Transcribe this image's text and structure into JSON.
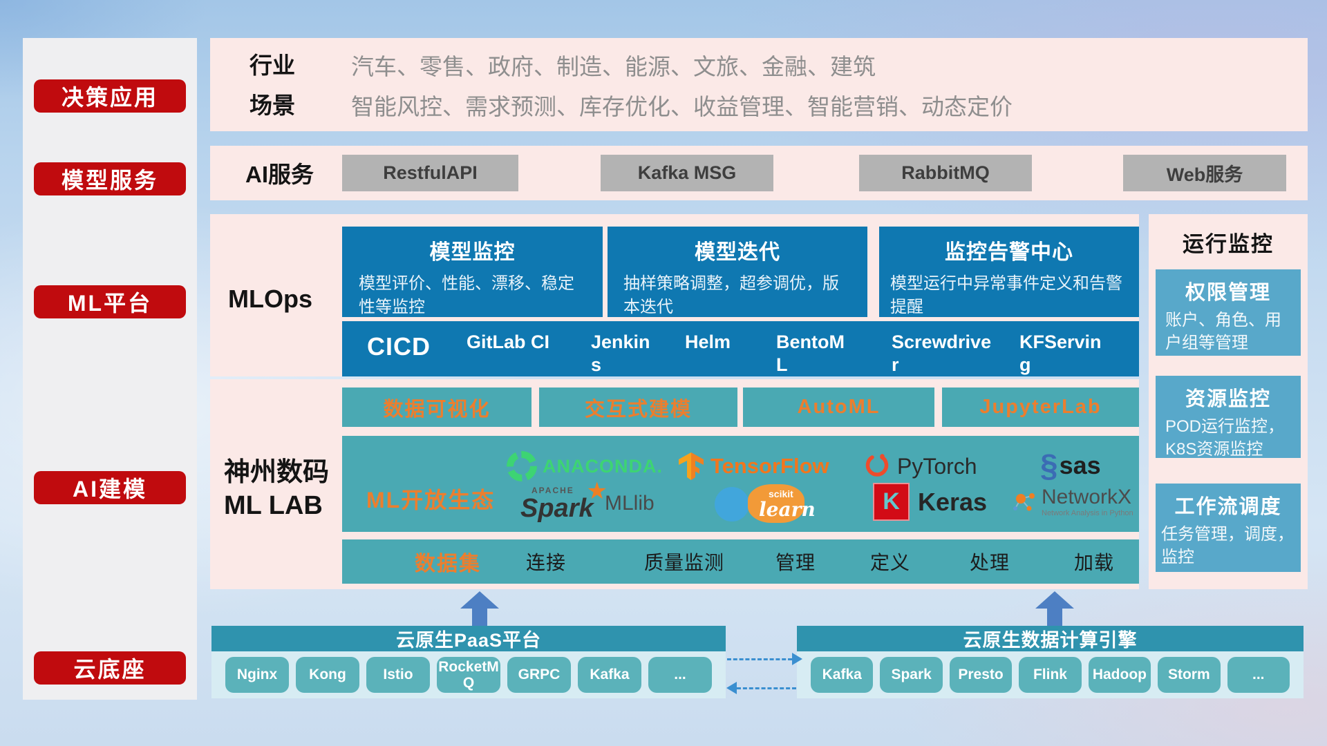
{
  "colors": {
    "red": "#c00b0e",
    "dark_blue": "#0f78b1",
    "teal": "#4aa9b3",
    "light_blue_box": "#58a8ca",
    "orange": "#ec7e2e",
    "pink_panel": "#fbe9e7",
    "header_teal": "#2f93ae",
    "button_teal": "#5bb2ba",
    "gray_button": "#b3b3b3",
    "arrow_blue": "#4d7fc3"
  },
  "sidebar": {
    "items": [
      {
        "label": "决策应用"
      },
      {
        "label": "模型服务"
      },
      {
        "label": "ML平台"
      },
      {
        "label": "AI建模"
      },
      {
        "label": "云底座"
      }
    ]
  },
  "industry_panel": {
    "row1_label": "行业",
    "row2_label": "场景",
    "industries": "汽车、零售、政府、制造、能源、文旅、金融、建筑",
    "scenarios": "智能风控、需求预测、库存优化、收益管理、智能营销、动态定价"
  },
  "ai_service": {
    "label": "AI服务",
    "buttons": [
      "RestfulAPI",
      "Kafka MSG",
      "RabbitMQ",
      "Web服务"
    ]
  },
  "mlops": {
    "label": "MLOps",
    "boxes": [
      {
        "title": "模型监控",
        "desc": "模型评价、性能、漂移、稳定性等监控"
      },
      {
        "title": "模型迭代",
        "desc": "抽样策略调整，超参调优，版本迭代"
      },
      {
        "title": "监控告警中心",
        "desc": "模型运行中异常事件定义和告警提醒"
      }
    ],
    "cicd": {
      "label": "CICD",
      "tools": [
        "GitLab CI",
        "Jenkins",
        "Helm",
        "BentoML",
        "Screwdriver",
        "KFServing"
      ]
    }
  },
  "mllab": {
    "label_line1": "神州数码",
    "label_line2": "ML LAB",
    "top_boxes": [
      "数据可视化",
      "交互式建模",
      "AutoML",
      "JupyterLab"
    ],
    "ecosystem_label": "ML开放生态",
    "logos": {
      "anaconda": {
        "text": "ANACONDA."
      },
      "tensorflow": {
        "text": "TensorFlow"
      },
      "pytorch": {
        "text": "PyTorch"
      },
      "sas": {
        "icon_glyph": "§",
        "text": "sas"
      },
      "spark": {
        "apache": "APACHE",
        "text": "Spark",
        "star": "★",
        "suffix": "MLlib"
      },
      "sklearn": {
        "top": "scikit",
        "bottom": "learn"
      },
      "keras": {
        "letter": "K",
        "text": "Keras"
      },
      "networkx": {
        "text": "NetworkX",
        "subtitle": "Network Analysis in Python"
      }
    },
    "dataset": {
      "label": "数据集",
      "items": [
        "连接",
        "质量监测",
        "管理",
        "定义",
        "处理",
        "加载"
      ]
    }
  },
  "monitor_panel": {
    "title": "运行监控",
    "boxes": [
      {
        "title": "权限管理",
        "desc": "账户、角色、用户组等管理"
      },
      {
        "title": "资源监控",
        "desc": "POD运行监控，K8S资源监控"
      },
      {
        "title": "工作流调度",
        "desc": "任务管理，调度，监控"
      }
    ]
  },
  "bottom": {
    "paas": {
      "title": "云原生PaaS平台",
      "buttons": [
        "Nginx",
        "Kong",
        "Istio",
        "RocketMQ",
        "GRPC",
        "Kafka",
        "..."
      ]
    },
    "engine": {
      "title": "云原生数据计算引擎",
      "buttons": [
        "Kafka",
        "Spark",
        "Presto",
        "Flink",
        "Hadoop",
        "Storm",
        "..."
      ]
    }
  }
}
